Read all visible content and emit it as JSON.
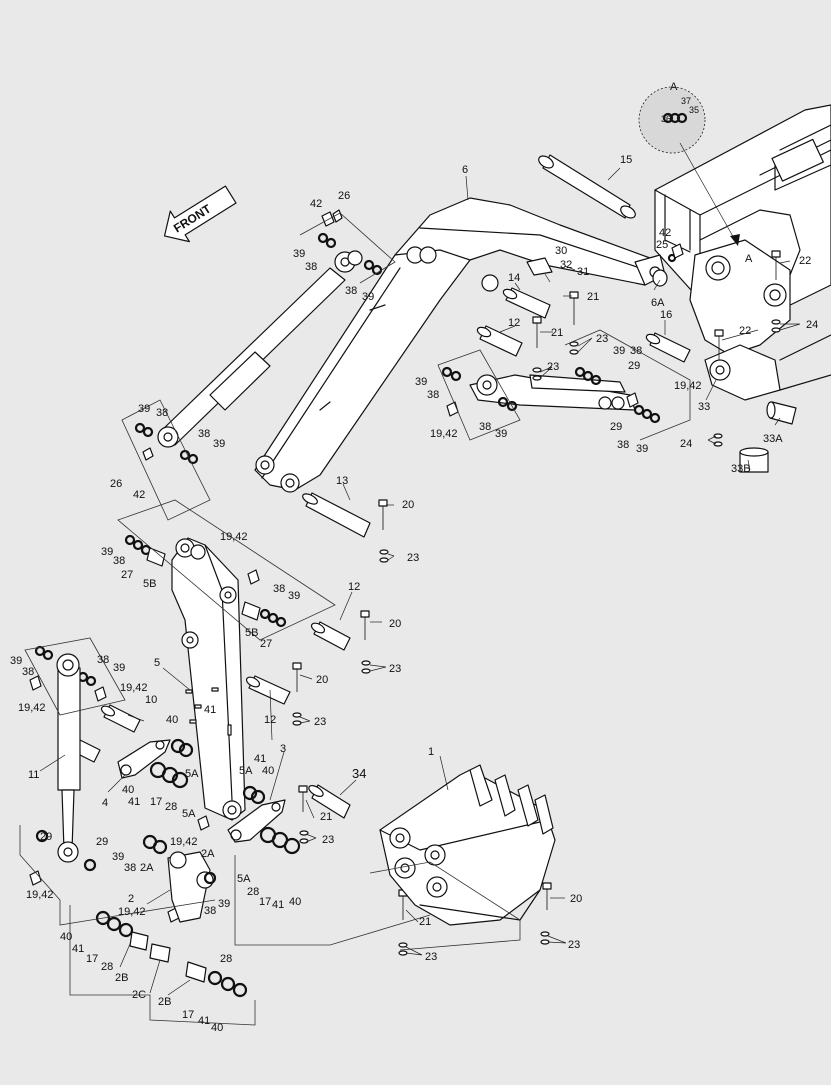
{
  "diagram": {
    "front_label": "FRONT",
    "detail_view_label": "A",
    "detail_view_pointer_label": "A",
    "callouts": {
      "c1": "1",
      "c2": "2",
      "c2a": "2A",
      "c2a_b": "2A",
      "c2b": "2B",
      "c2b_b": "2B",
      "c2c": "2C",
      "c3": "3",
      "c4": "4",
      "c5": "5",
      "c5a_1": "5A",
      "c5a_2": "5A",
      "c5a_3": "5A",
      "c5a_4": "5A",
      "c5b_1": "5B",
      "c5b_2": "5B",
      "c6": "6",
      "c6a": "6A",
      "c10": "10",
      "c11": "11",
      "c12_1": "12",
      "c12_2": "12",
      "c12_3": "12",
      "c13": "13",
      "c14": "14",
      "c15": "15",
      "c16": "16",
      "c17_1": "17",
      "c17_2": "17",
      "c17_3": "17",
      "c17_4": "17",
      "c19_1": "19,42",
      "c19_2": "19,42",
      "c19_3": "19,42",
      "c19_4": "19,42",
      "c19_5": "19,42",
      "c19_6": "19,42",
      "c19_7": "19,42",
      "c19_8": "19,42",
      "c20_1": "20",
      "c20_2": "20",
      "c20_3": "20",
      "c20_4": "20",
      "c21_1": "21",
      "c21_2": "21",
      "c21_3": "21",
      "c21_4": "21",
      "c22_1": "22",
      "c22_2": "22",
      "c23_1": "23",
      "c23_2": "23",
      "c23_3": "23",
      "c23_4": "23",
      "c23_5": "23",
      "c23_6": "23",
      "c23_7": "23",
      "c23_8": "23",
      "c23_9": "23",
      "c24_1": "24",
      "c24_2": "24",
      "c25": "25",
      "c26_1": "26",
      "c26_2": "26",
      "c27_1": "27",
      "c27_2": "27",
      "c28_1": "28",
      "c28_2": "28",
      "c28_3": "28",
      "c28_4": "28",
      "c29_1": "29",
      "c29_2": "29",
      "c29_3": "29",
      "c29_4": "29",
      "c29_5": "29",
      "c30": "30",
      "c31": "31",
      "c32": "32",
      "c33": "33",
      "c33a": "33A",
      "c33b": "33B",
      "c34": "34",
      "c35": "35",
      "c36": "36",
      "c37": "37",
      "c38_1": "38",
      "c38_2": "38",
      "c38_3": "38",
      "c38_4": "38",
      "c38_5": "38",
      "c38_6": "38",
      "c38_7": "38",
      "c38_8": "38",
      "c38_9": "38",
      "c38_10": "38",
      "c38_11": "38",
      "c38_12": "38",
      "c38_13": "38",
      "c38_14": "38",
      "c38_15": "38",
      "c39_1": "39",
      "c39_2": "39",
      "c39_3": "39",
      "c39_4": "39",
      "c39_5": "39",
      "c39_6": "39",
      "c39_7": "39",
      "c39_8": "39",
      "c39_9": "39",
      "c39_10": "39",
      "c39_11": "39",
      "c39_12": "39",
      "c39_13": "39",
      "c39_14": "39",
      "c40_1": "40",
      "c40_2": "40",
      "c40_3": "40",
      "c40_4": "40",
      "c40_5": "40",
      "c40_6": "40",
      "c41_1": "41",
      "c41_2": "41",
      "c41_3": "41",
      "c41_4": "41",
      "c41_5": "41",
      "c41_6": "41",
      "c42_1": "42",
      "c42_2": "42",
      "c42_3": "42"
    }
  }
}
